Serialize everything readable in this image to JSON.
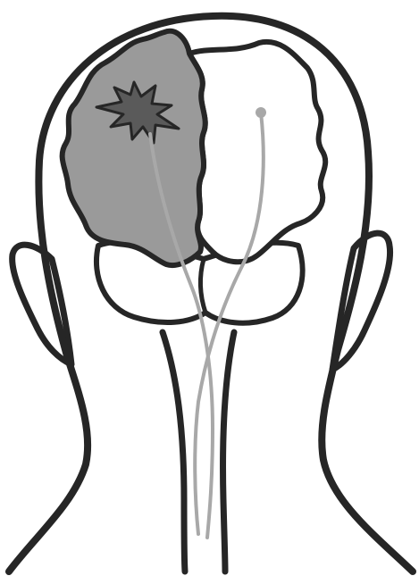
{
  "illustration": {
    "colors": {
      "background": "#ffffff",
      "outline": "#262626",
      "injured_hemisphere_fill": "#9a9a9a",
      "lesion_fill": "#5a5a5a",
      "healthy_hemisphere_fill": "#ffffff",
      "nerve_tract": "#a8a8a8"
    },
    "parts": [
      "head-outline",
      "left-ear",
      "right-ear",
      "neck",
      "cerebellum",
      "brain-left-hemisphere",
      "brain-right-hemisphere",
      "lesion",
      "nerve-tract-left",
      "nerve-tract-right"
    ]
  }
}
